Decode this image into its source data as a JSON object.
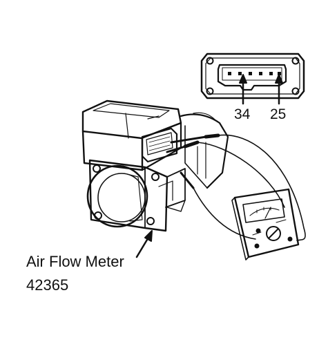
{
  "diagram": {
    "connector_pins": [
      "34",
      "25"
    ],
    "component_label": "Air Flow Meter",
    "figure_number": "42365"
  },
  "colors": {
    "ink": "#111111",
    "paper": "#ffffff"
  }
}
